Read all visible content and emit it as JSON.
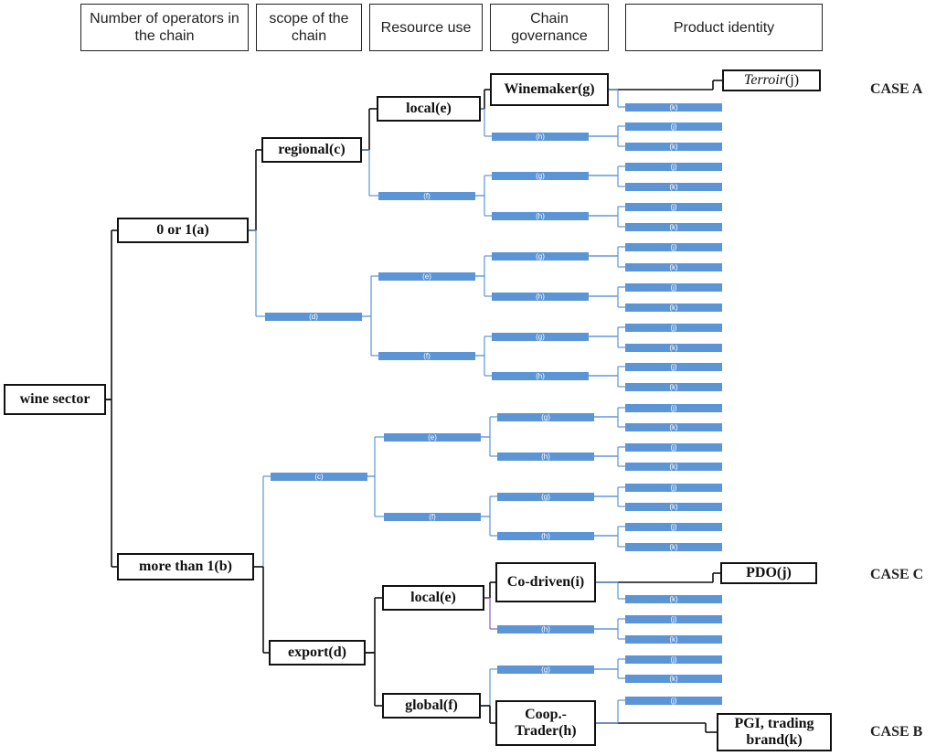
{
  "headers": [
    "Number of operators in the chain",
    "scope of the chain",
    "Resource use",
    "Chain governance",
    "Product identity"
  ],
  "nodes": {
    "root": "wine sector",
    "a": "0 or 1(a)",
    "b": "more than 1(b)",
    "regional": "regional(c)",
    "export": "export(d)",
    "local_a": "local(e)",
    "local_c": "local(e)",
    "global": "global(f)",
    "winemaker": "Winemaker(g)",
    "codriven": "Co-driven(i)",
    "trader_line1": "Coop.-",
    "trader_line2": "Trader(h)",
    "terroir_word": "Terroir",
    "terroir_suffix": "(j)",
    "pdo": "PDO(j)",
    "pgi_line1": "PGI, trading",
    "pgi_line2": "brand(k)"
  },
  "bars": {
    "c": "(c)",
    "d": "(d)",
    "e": "(e)",
    "f": "(f)",
    "g": "(g)",
    "h": "(h)",
    "j": "(j)",
    "k": "(k)"
  },
  "cases": {
    "a": "CASE A",
    "c": "CASE C",
    "b": "CASE B"
  },
  "colors": {
    "bar": "#5b95d6",
    "branch_line": "#5b95d6",
    "main_line": "#111111",
    "accent_line": "#8a5ac8"
  }
}
